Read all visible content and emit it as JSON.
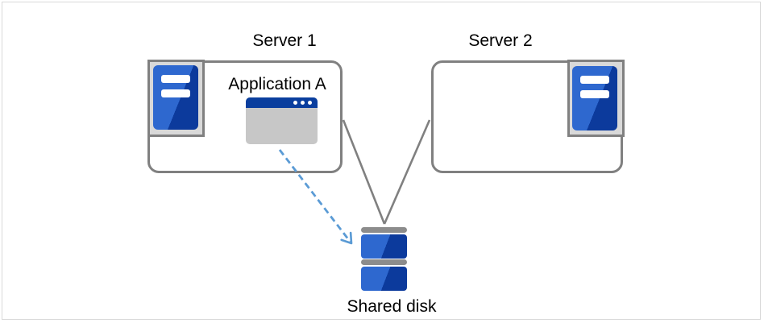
{
  "diagram": {
    "type": "architecture-diagram",
    "nodes": {
      "server1": {
        "label": "Server 1",
        "icon": "server-tower-icon"
      },
      "server2": {
        "label": "Server 2",
        "icon": "server-tower-icon"
      },
      "application": {
        "label": "Application A",
        "icon": "application-window-icon"
      },
      "shared_disk": {
        "label": "Shared disk",
        "icon": "disk-stack-icon"
      }
    },
    "connections": [
      {
        "from": "server1",
        "to": "shared_disk",
        "style": "solid-line"
      },
      {
        "from": "server2",
        "to": "shared_disk",
        "style": "solid-line"
      },
      {
        "from": "application",
        "to": "shared_disk",
        "style": "dashed-arrow"
      }
    ],
    "colors": {
      "outline": "#808080",
      "canvas_border": "#d9d9d9",
      "icon_panel_bg": "#d9d9d9",
      "blue_light": "#2e68cf",
      "blue_dark": "#0c3a9c",
      "titlebar_blue": "#0a3e9e",
      "window_body": "#c7c7c7",
      "disk_bar": "#8c8c8c",
      "arrow_blue": "#5b9bd5",
      "text": "#000000"
    }
  }
}
